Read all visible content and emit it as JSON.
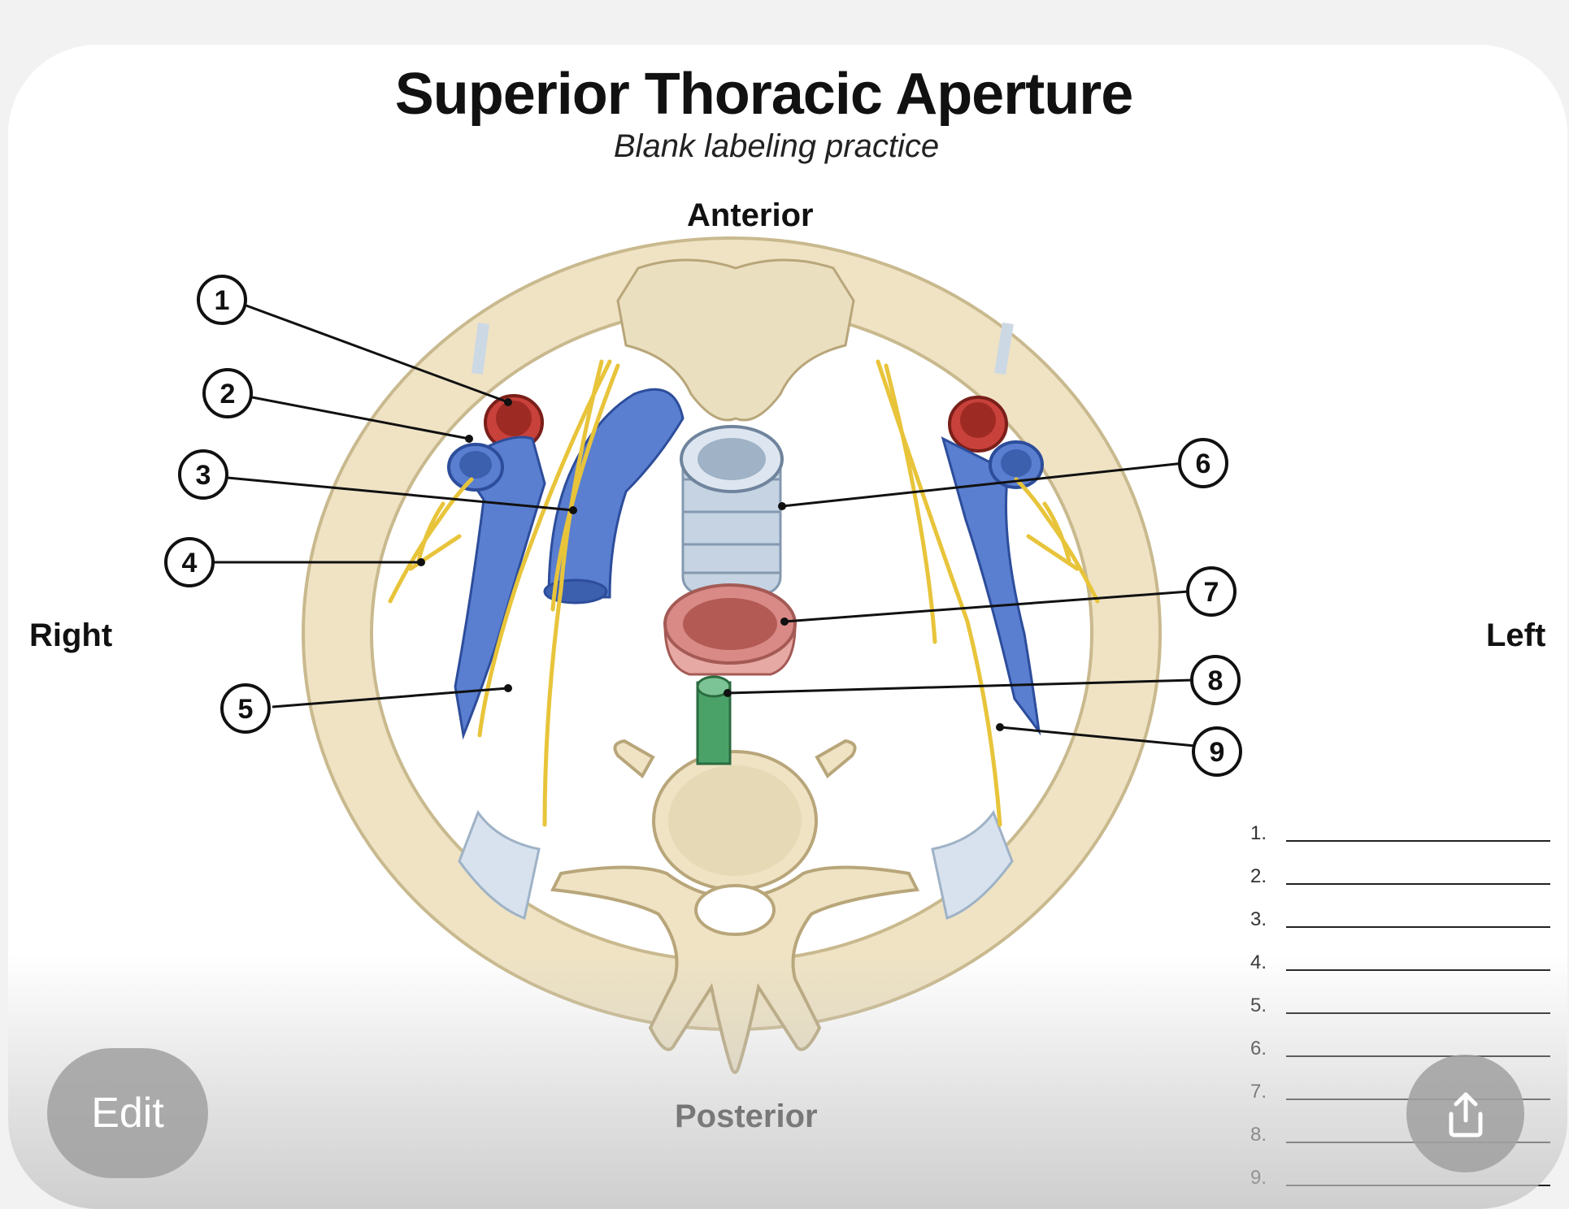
{
  "title": "Superior Thoracic Aperture",
  "subtitle": "Blank labeling practice",
  "orientation": {
    "anterior": "Anterior",
    "posterior": "Posterior",
    "right": "Right",
    "left": "Left"
  },
  "callouts": [
    "1",
    "2",
    "3",
    "4",
    "5",
    "6",
    "7",
    "8",
    "9"
  ],
  "answer_lines": [
    "1.",
    "2.",
    "3.",
    "4.",
    "5.",
    "6.",
    "7.",
    "8.",
    "9."
  ],
  "buttons": {
    "edit_label": "Edit",
    "share_icon": "share-icon"
  },
  "colors": {
    "bone": "#efe3c4",
    "artery": "#c8413a",
    "vein": "#5a7fd0",
    "nerve": "#e8c43a",
    "trachea": "#c5d3e2",
    "esophagus": "#d98a86",
    "thoracic_duct": "#4aa268",
    "cartilage": "#d7e2ee"
  }
}
